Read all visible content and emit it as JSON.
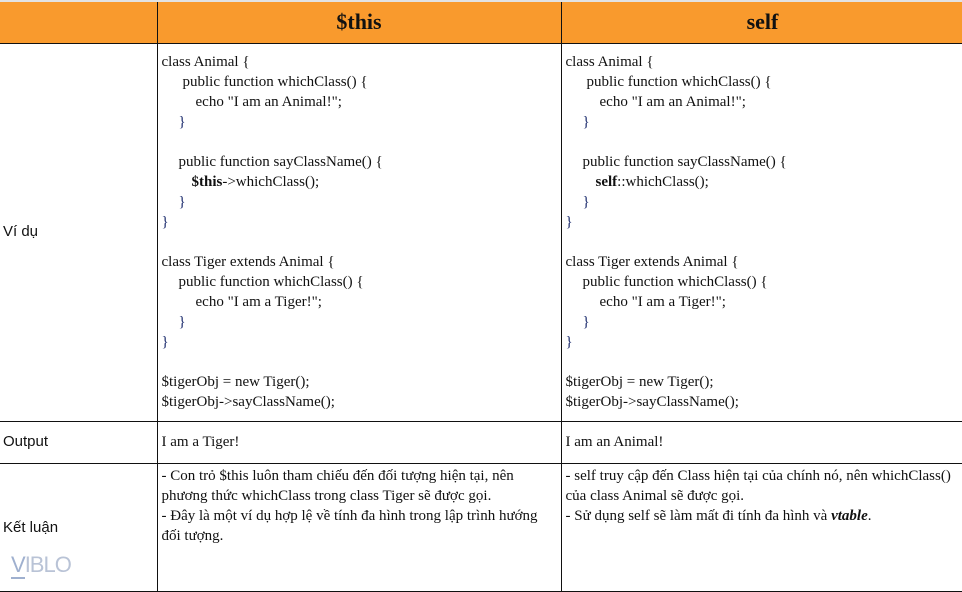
{
  "header": {
    "col1": "",
    "col2": "$this",
    "col3": "self"
  },
  "rows": {
    "example": {
      "label": "Ví dụ",
      "this_code": [
        {
          "indent": 0,
          "bold": "",
          "text": "class Animal {"
        },
        {
          "indent": 21,
          "bold": "",
          "text": "public function whichClass() {"
        },
        {
          "indent": 34,
          "bold": "",
          "text": "echo \"I am an Animal!\";"
        },
        {
          "indent": 17,
          "bold": "",
          "text": "}"
        },
        {
          "indent": 0,
          "bold": "",
          "text": ""
        },
        {
          "indent": 17,
          "bold": "",
          "text": "public function sayClassName() {"
        },
        {
          "indent": 30,
          "bold": "$this",
          "text": "->whichClass();"
        },
        {
          "indent": 17,
          "bold": "",
          "text": "}"
        },
        {
          "indent": 0,
          "bold": "",
          "text": "}"
        },
        {
          "indent": 0,
          "bold": "",
          "text": ""
        },
        {
          "indent": 0,
          "bold": "",
          "text": "class Tiger extends Animal {"
        },
        {
          "indent": 17,
          "bold": "",
          "text": "public function whichClass() {"
        },
        {
          "indent": 34,
          "bold": "",
          "text": "echo \"I am a Tiger!\";"
        },
        {
          "indent": 17,
          "bold": "",
          "text": "}"
        },
        {
          "indent": 0,
          "bold": "",
          "text": "}"
        },
        {
          "indent": 0,
          "bold": "",
          "text": ""
        },
        {
          "indent": 0,
          "bold": "",
          "text": "$tigerObj = new Tiger();"
        },
        {
          "indent": 0,
          "bold": "",
          "text": "$tigerObj->sayClassName();"
        }
      ],
      "self_code": [
        {
          "indent": 0,
          "bold": "",
          "text": "class Animal {"
        },
        {
          "indent": 21,
          "bold": "",
          "text": "public function whichClass() {"
        },
        {
          "indent": 34,
          "bold": "",
          "text": "echo \"I am an Animal!\";"
        },
        {
          "indent": 17,
          "bold": "",
          "text": "}"
        },
        {
          "indent": 0,
          "bold": "",
          "text": ""
        },
        {
          "indent": 17,
          "bold": "",
          "text": "public function sayClassName() {"
        },
        {
          "indent": 30,
          "bold": "self",
          "text": "::whichClass();"
        },
        {
          "indent": 17,
          "bold": "",
          "text": "}"
        },
        {
          "indent": 0,
          "bold": "",
          "text": "}"
        },
        {
          "indent": 0,
          "bold": "",
          "text": ""
        },
        {
          "indent": 0,
          "bold": "",
          "text": "class Tiger extends Animal {"
        },
        {
          "indent": 17,
          "bold": "",
          "text": "public function whichClass() {"
        },
        {
          "indent": 34,
          "bold": "",
          "text": "echo \"I am a Tiger!\";"
        },
        {
          "indent": 17,
          "bold": "",
          "text": "}"
        },
        {
          "indent": 0,
          "bold": "",
          "text": "}"
        },
        {
          "indent": 0,
          "bold": "",
          "text": ""
        },
        {
          "indent": 0,
          "bold": "",
          "text": "$tigerObj = new Tiger();"
        },
        {
          "indent": 0,
          "bold": "",
          "text": "$tigerObj->sayClassName();"
        }
      ]
    },
    "output": {
      "label": "Output",
      "this": "I am a Tiger!",
      "self": "I am an Animal!"
    },
    "conclusion": {
      "label": "Kết luận",
      "this": [
        "- Con trỏ $this luôn tham chiếu đến đối tượng hiện tại, nên phương thức whichClass trong class Tiger sẽ được gọi.",
        "- Đây là một ví dụ hợp lệ về tính đa hình trong lập trình hướng đối tượng."
      ],
      "self_1": "- self truy cập đến Class hiện tại của chính nó, nên whichClass() của class Animal sẽ được gọi.",
      "self_2_prefix": "- Sử dụng self sẽ làm mất đi tính đa hình và ",
      "self_2_emph": "vtable",
      "self_2_suffix": "."
    }
  },
  "watermark": "VIBLO",
  "colors": {
    "header_bg": "#f99a2d"
  }
}
